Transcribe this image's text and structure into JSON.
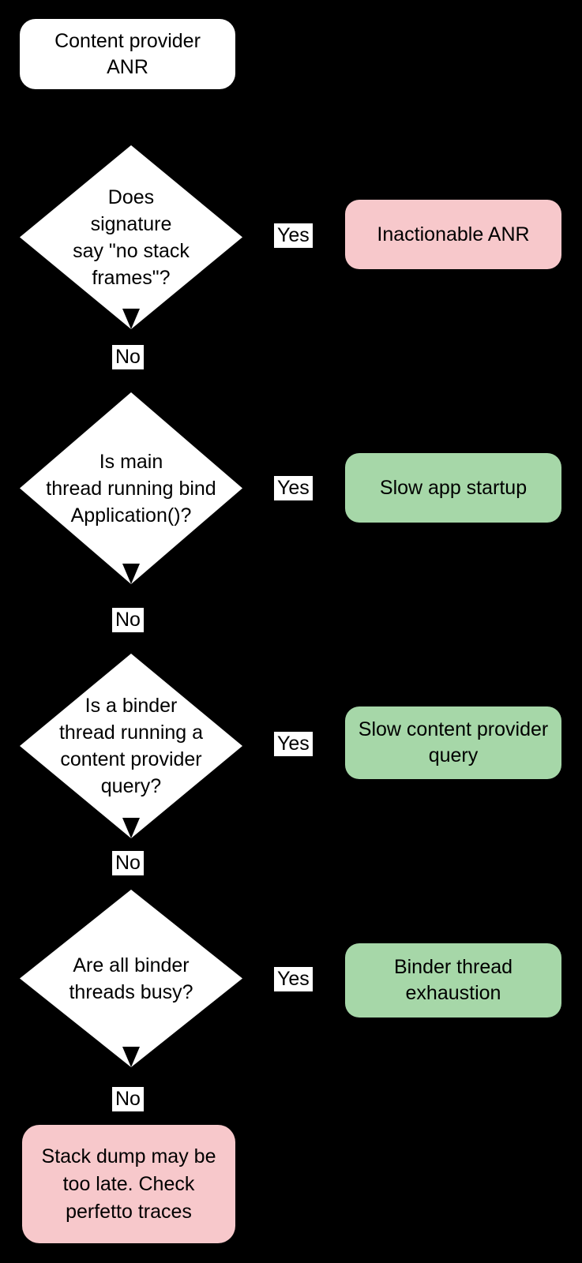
{
  "colors": {
    "background": "#000000",
    "node_fill": "#ffffff",
    "text": "#000000",
    "bad_outcome_fill": "#f7c8cb",
    "good_outcome_fill": "#a6d7a8"
  },
  "flowchart": {
    "start": {
      "label": "Content provider\nANR"
    },
    "decisions": [
      {
        "label": "Does\nsignature\nsay \"no stack\nframes\"?",
        "yes_label": "Yes",
        "no_label": "No"
      },
      {
        "label": "Is main\nthread running bind\nApplication()?",
        "yes_label": "Yes",
        "no_label": "No"
      },
      {
        "label": "Is a binder\nthread running a\ncontent provider\nquery?",
        "yes_label": "Yes",
        "no_label": "No"
      },
      {
        "label": "Are all binder\nthreads busy?",
        "yes_label": "Yes",
        "no_label": "No"
      }
    ],
    "outcomes": [
      {
        "label": "Inactionable ANR",
        "type": "bad"
      },
      {
        "label": "Slow app startup",
        "type": "good"
      },
      {
        "label": "Slow content provider\nquery",
        "type": "good"
      },
      {
        "label": "Binder thread\nexhaustion",
        "type": "good"
      }
    ],
    "terminal": {
      "label": "Stack dump may be\ntoo late. Check\nperfetto traces",
      "type": "bad"
    }
  }
}
